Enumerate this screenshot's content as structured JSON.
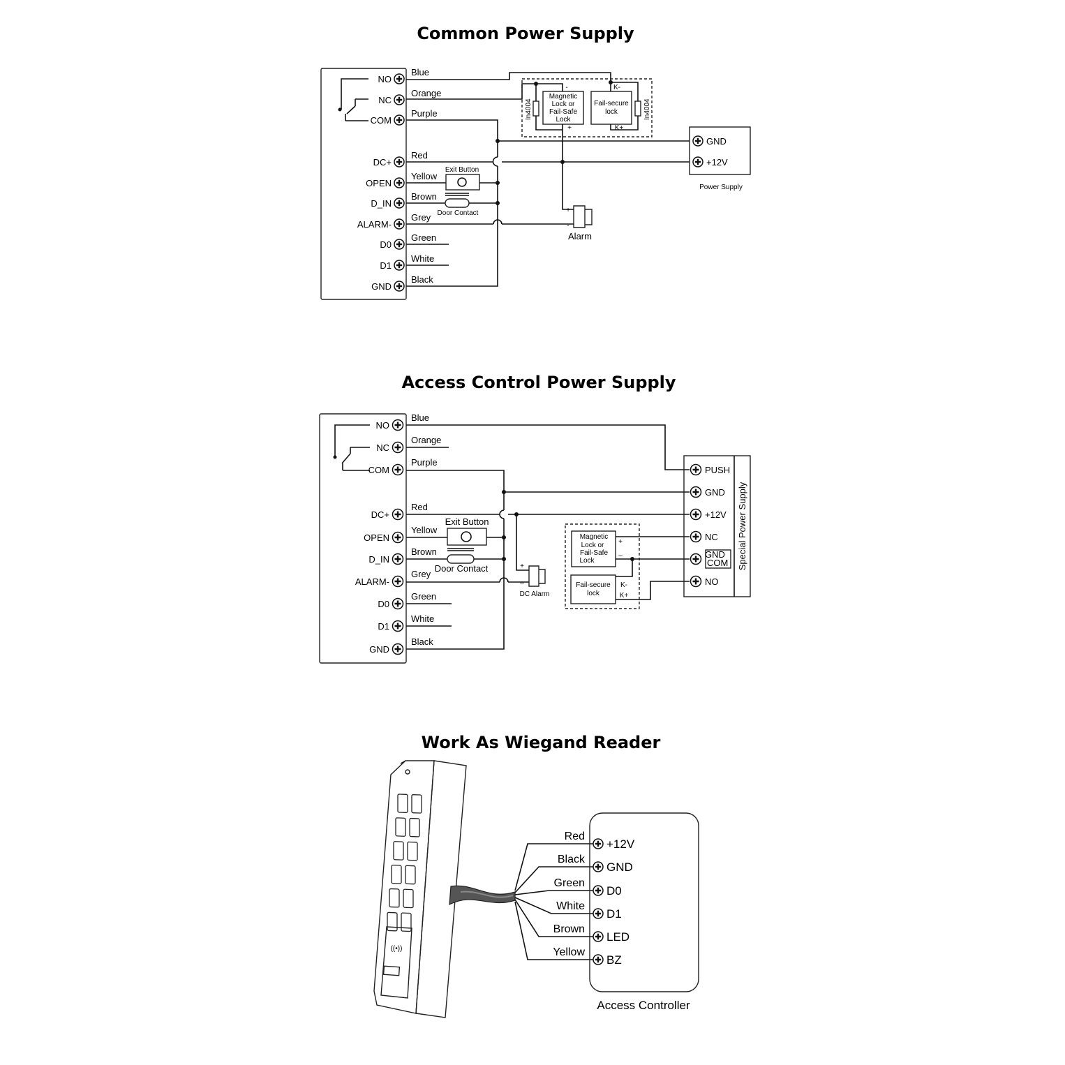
{
  "titles": {
    "common": "Common Power Supply",
    "access": "Access Control Power Supply",
    "wiegand": "Work As Wiegand Reader"
  },
  "controller_terminals": [
    "NO",
    "NC",
    "COM",
    "DC+",
    "OPEN",
    "D_IN",
    "ALARM-",
    "D0",
    "D1",
    "GND"
  ],
  "wire_colors": [
    "Blue",
    "Orange",
    "Purple",
    "Red",
    "Yellow",
    "Brown",
    "Grey",
    "Green",
    "White",
    "Black"
  ],
  "common": {
    "lock1": [
      "Magnetic",
      "Lock or",
      "Fail-Safe",
      "Lock"
    ],
    "lock2": [
      "Fail-secure",
      "lock"
    ],
    "diode": "In4004",
    "minus": "-",
    "plus": "+",
    "k_minus": "K-",
    "k_plus": "K+",
    "exit_button": "Exit Button",
    "door_contact": "Door Contact",
    "alarm": "Alarm",
    "psu_terminals": [
      "GND",
      "+12V"
    ],
    "psu_label": "Power Supply"
  },
  "access": {
    "exit_button": "Exit Button",
    "door_contact": "Door Contact",
    "dc_alarm": "DC Alarm",
    "plus": "+",
    "minus": "–",
    "lock1": [
      "Magnetic",
      "Lock or",
      "Fail-Safe",
      "Lock"
    ],
    "lock2": [
      "Fail-secure",
      "lock"
    ],
    "k_minus": "K-",
    "k_plus": "K+",
    "psu_terminals": [
      "PUSH",
      "GND",
      "+12V",
      "NC",
      "GND",
      "NO"
    ],
    "psu_com": "COM",
    "psu_label": "Special Power Supply"
  },
  "wiegand": {
    "wires": [
      "Red",
      "Black",
      "Green",
      "White",
      "Brown",
      "Yellow"
    ],
    "terminals": [
      "+12V",
      "GND",
      "D0",
      "D1",
      "LED",
      "BZ"
    ],
    "controller_label": "Access Controller",
    "rfid_symbol": "((•))"
  }
}
